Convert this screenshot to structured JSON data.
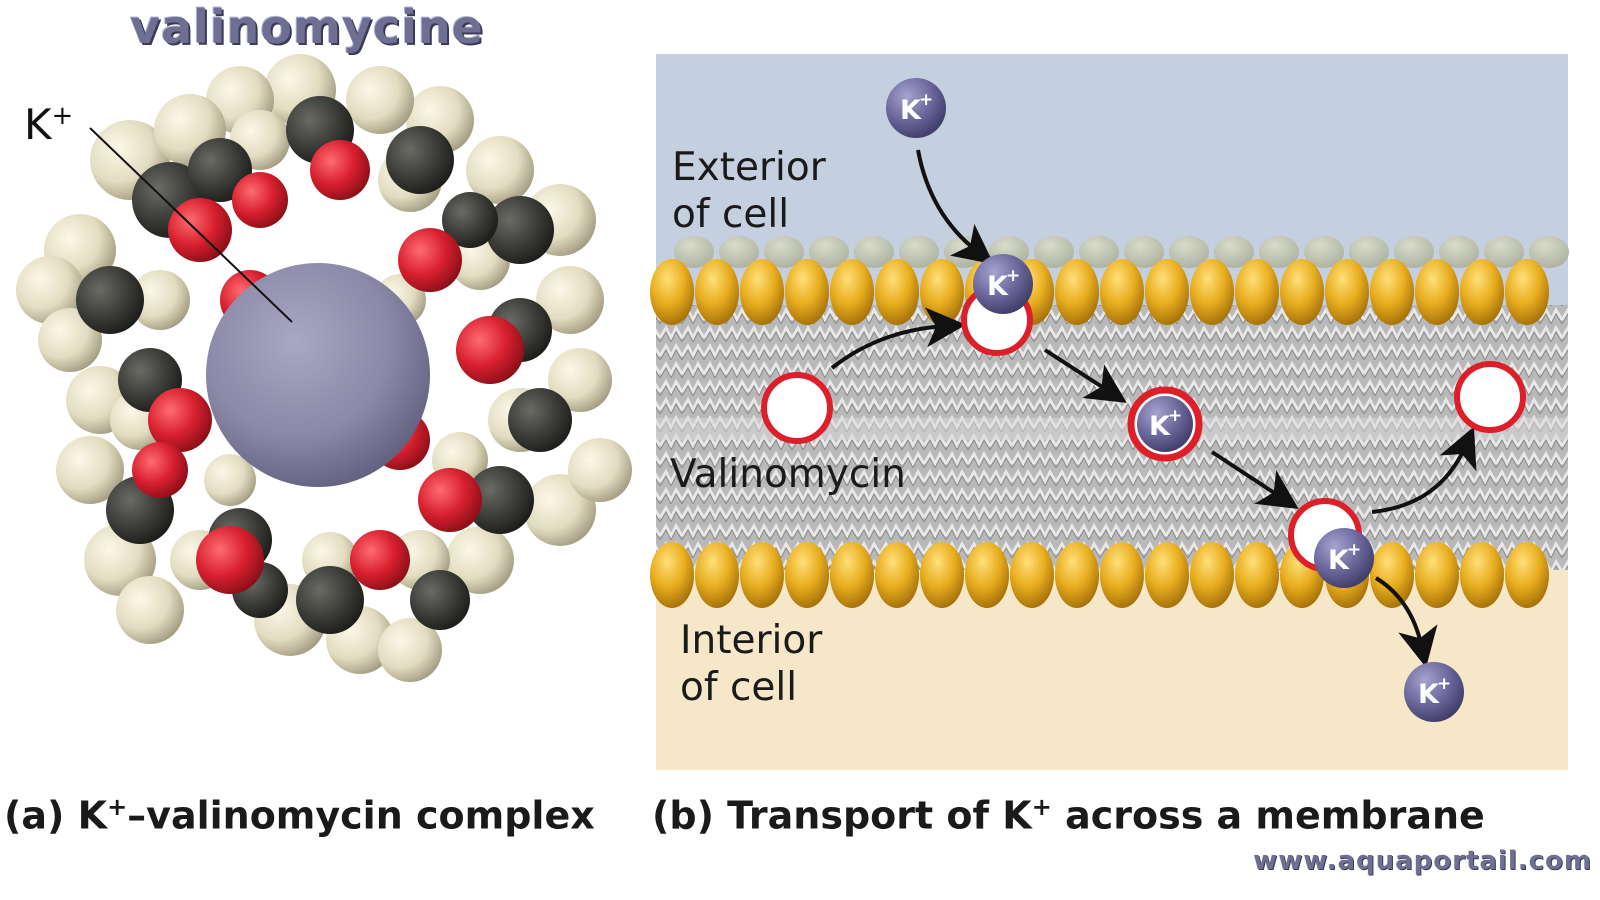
{
  "title": "valinomycine",
  "panel_a": {
    "ion_label": "K",
    "ion_charge": "+",
    "caption_prefix": "(a) K",
    "caption_charge": "+",
    "caption_suffix": "–valinomycin complex"
  },
  "panel_b": {
    "exterior_line1": "Exterior",
    "exterior_line2": "of cell",
    "interior_line1": "Interior",
    "interior_line2": "of cell",
    "carrier_label": "Valinomycin",
    "ion_text": "K",
    "ion_charge": "+",
    "caption_prefix": "(b) Transport of K",
    "caption_charge": "+",
    "caption_suffix": " across a membrane"
  },
  "watermark": "www.aquaportail.com",
  "colors": {
    "exterior": "#c4cfe0",
    "interior": "#f6e7c8",
    "lipid_head": "#e8ad1e",
    "ion": "#6b679b",
    "carrier_ring": "#dd1f2a",
    "oxygen": "#d8202f",
    "carbon": "#3a3a36",
    "hydrogen": "#e6e1c7",
    "potassium_core": "#8b88a8"
  }
}
